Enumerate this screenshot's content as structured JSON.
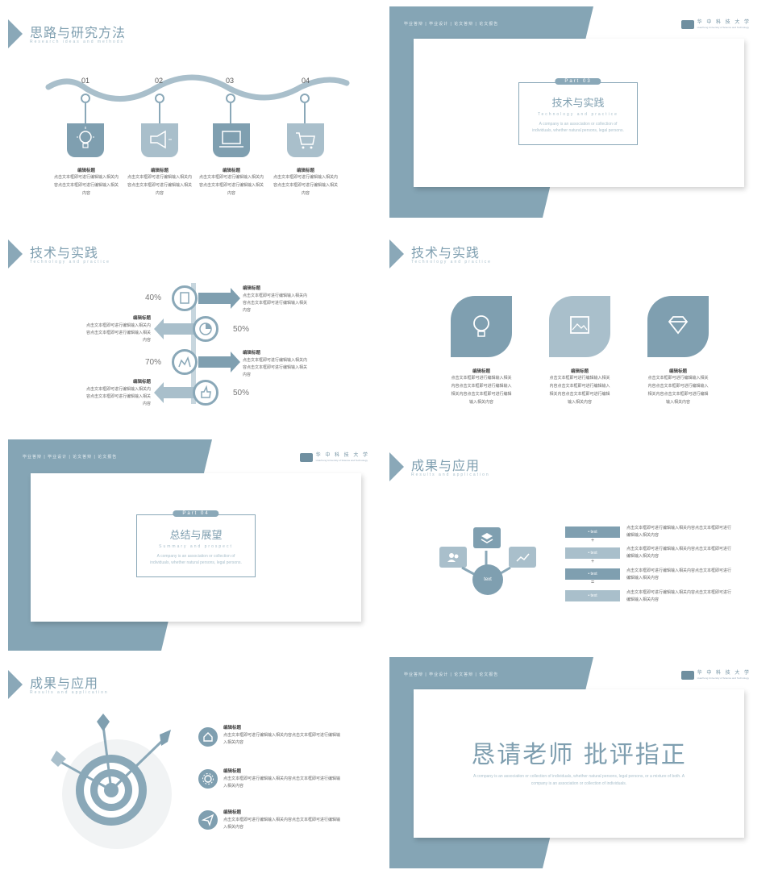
{
  "theme": {
    "accent": "#8aa8b8",
    "accent_dark": "#7f9fb0",
    "accent_light": "#a9bfcb"
  },
  "common": {
    "item_title": "编辑标题",
    "nav": "毕业答辩 | 毕业设计 | 论文答辩 | 论文报告",
    "logo_cn": "华 中 科 技 大 学",
    "logo_en": "Huazhong University of Science and Technology",
    "company_desc": "A company is an association or collection of individuals, whether natural persons, legal persons.",
    "text_short": "text"
  },
  "slide1": {
    "title": "思路与研究方法",
    "subtitle": "Research ideas and methods",
    "steps": [
      {
        "num": "01",
        "title": "编辑标题",
        "body": "点击文本框即可进行编辑输入相关内容点击文本框即可进行编辑输入相关内容"
      },
      {
        "num": "02",
        "title": "编辑标题",
        "body": "点击文本框即可进行编辑输入相关内容点击文本框即可进行编辑输入相关内容"
      },
      {
        "num": "03",
        "title": "编辑标题",
        "body": "点击文本框即可进行编辑输入相关内容点击文本框即可进行编辑输入相关内容"
      },
      {
        "num": "04",
        "title": "编辑标题",
        "body": "点击文本框即可进行编辑输入相关内容点击文本框即可进行编辑输入相关内容"
      }
    ]
  },
  "slide2": {
    "part": "Part 03",
    "title": "技术与实践",
    "subtitle": "Technology and practice"
  },
  "slide3": {
    "title": "技术与实践",
    "subtitle": "Technology and practice",
    "rows": [
      {
        "pct": "40%",
        "title": "编辑标题",
        "body": "点击文本框即可进行编辑输入相关内容点击文本框即可进行编辑输入相关内容"
      },
      {
        "pct": "50%",
        "title": "编辑标题",
        "body": "点击文本框即可进行编辑输入相关内容点击文本框即可进行编辑输入相关内容"
      },
      {
        "pct": "70%",
        "title": "编辑标题",
        "body": "点击文本框即可进行编辑输入相关内容点击文本框即可进行编辑输入相关内容"
      },
      {
        "pct": "50%",
        "title": "编辑标题",
        "body": "点击文本框即可进行编辑输入相关内容点击文本框即可进行编辑输入相关内容"
      }
    ]
  },
  "slide4": {
    "title": "技术与实践",
    "subtitle": "Technology and practice",
    "cards": [
      {
        "title": "编辑标题",
        "body": "点击文本框即可进行编辑输入相关内容点击文本框即可进行编辑输入相关内容点击文本框即可进行编辑输入相关内容"
      },
      {
        "title": "编辑标题",
        "body": "点击文本框即可进行编辑输入相关内容点击文本框即可进行编辑输入相关内容点击文本框即可进行编辑输入相关内容"
      },
      {
        "title": "编辑标题",
        "body": "点击文本框即可进行编辑输入相关内容点击文本框即可进行编辑输入相关内容点击文本框即可进行编辑输入相关内容"
      }
    ]
  },
  "slide5": {
    "part": "Part 04",
    "title": "总结与展望",
    "subtitle": "Summary and prospect"
  },
  "slide6": {
    "title": "成果与应用",
    "subtitle": "Results and application",
    "center": "text",
    "bars": [
      "• text",
      "• text",
      "• text",
      "• text"
    ],
    "symbols": [
      "+",
      "+",
      "="
    ],
    "body": "点击文本框即可进行编辑输入相关内容点击文本框即可进行编辑输入相关内容"
  },
  "slide7": {
    "title": "成果与应用",
    "subtitle": "Results and application",
    "items": [
      {
        "title": "编辑标题",
        "body": "点击文本框即可进行编辑输入相关内容点击文本框即可进行编辑输入相关内容"
      },
      {
        "title": "编辑标题",
        "body": "点击文本框即可进行编辑输入相关内容点击文本框即可进行编辑输入相关内容"
      },
      {
        "title": "编辑标题",
        "body": "点击文本框即可进行编辑输入相关内容点击文本框即可进行编辑输入相关内容"
      }
    ]
  },
  "slide8": {
    "title": "恳请老师  批评指正",
    "desc": "A company is an association or collection of individuals, whether natural persons, legal persons, or a mixture of both. A company is an association or collection of individuals."
  }
}
